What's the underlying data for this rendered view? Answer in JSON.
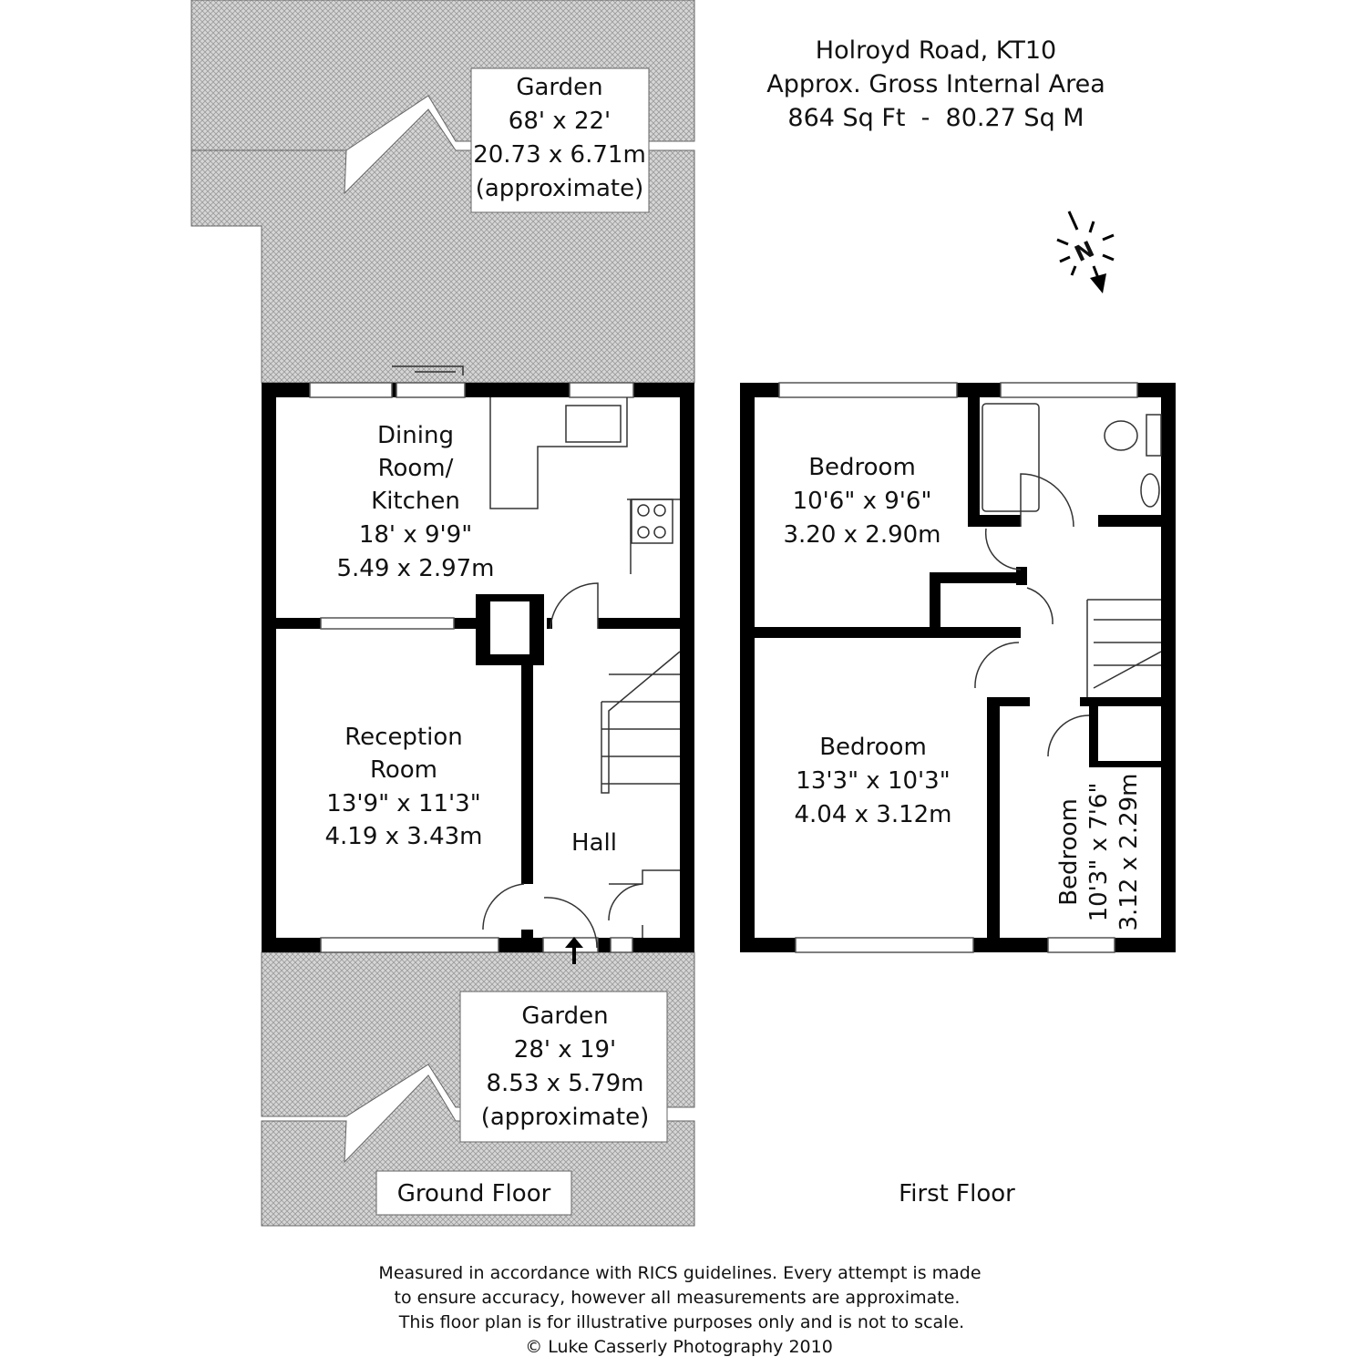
{
  "header": {
    "address": "Holroyd Road, KT10",
    "area_title": "Approx. Gross Internal Area",
    "area_value": "864 Sq Ft  -  80.27 Sq M"
  },
  "compass": {
    "label": "N",
    "icon": "north-arrow-icon"
  },
  "colors": {
    "hatch": "#c8c8c8",
    "wall": "#000000"
  },
  "ground_floor": {
    "label": "Ground Floor",
    "rear_garden": {
      "name": "Garden",
      "imperial": "68' x 22'",
      "metric": "20.73 x 6.71m",
      "note": "(approximate)"
    },
    "front_garden": {
      "name": "Garden",
      "imperial": "28' x 19'",
      "metric": "8.53 x 5.79m",
      "note": "(approximate)"
    },
    "kitchen": {
      "name1": "Dining",
      "name2": "Room/",
      "name3": "Kitchen",
      "imperial": "18' x 9'9\"",
      "metric": "5.49 x 2.97m"
    },
    "reception": {
      "name1": "Reception",
      "name2": "Room",
      "imperial": "13'9\" x 11'3\"",
      "metric": "4.19 x 3.43m"
    },
    "hall": {
      "name": "Hall"
    }
  },
  "first_floor": {
    "label": "First Floor",
    "bedroom1": {
      "name": "Bedroom",
      "imperial": "10'6\" x 9'6\"",
      "metric": "3.20 x 2.90m"
    },
    "bedroom2": {
      "name": "Bedroom",
      "imperial": "13'3\" x 10'3\"",
      "metric": "4.04 x 3.12m"
    },
    "bedroom3": {
      "name": "Bedroom",
      "imperial": "10'3\" x 7'6\"",
      "metric": "3.12 x 2.29m"
    }
  },
  "footer": {
    "line1": "Measured in accordance with RICS guidelines. Every attempt is made",
    "line2": "to ensure accuracy, however all measurements are approximate.",
    "line3": "This floor plan is for illustrative purposes only and is not to scale.",
    "line4": "© Luke Casserly Photography 2010"
  }
}
